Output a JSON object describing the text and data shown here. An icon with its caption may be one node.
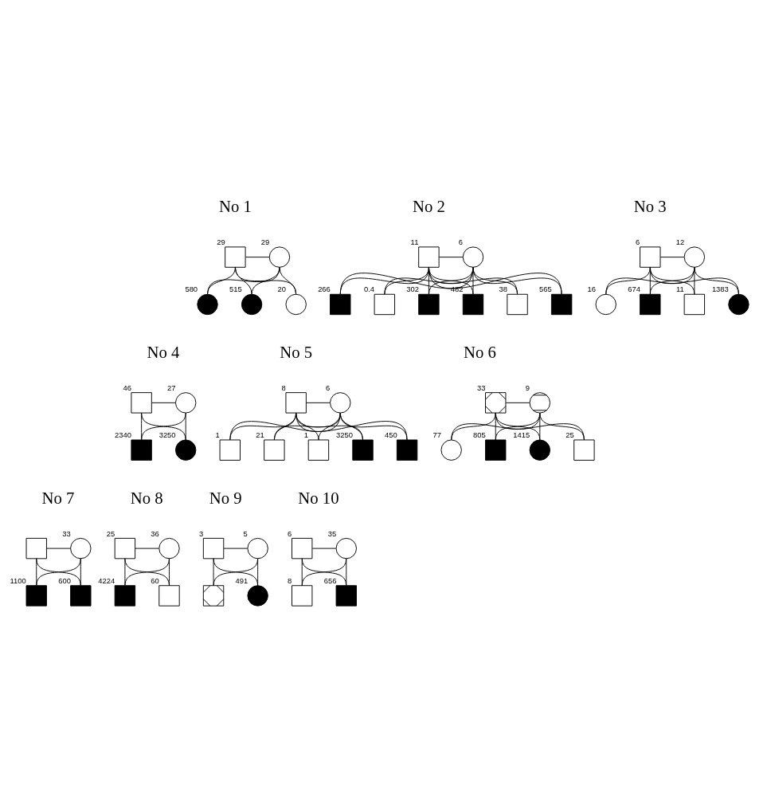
{
  "diagram": {
    "nodes": [
      {
        "text": [],
        "shape": "box",
        "beside": [
          "29"
        ]
      },
      {
        "text": [],
        "shape": "circle",
        "beside": [
          "29"
        ]
      },
      {
        "text": [],
        "shape": "filled-circle",
        "beside": [
          "580"
        ]
      },
      {
        "text": [],
        "shape": "filled-circle",
        "beside": [
          "515"
        ]
      },
      {
        "text": [],
        "shape": "circle",
        "beside": [
          "20"
        ]
      },
      {
        "text": [],
        "shape": "box",
        "beside": [
          "11"
        ]
      },
      {
        "text": [],
        "shape": "circle",
        "beside": [
          "6"
        ]
      },
      {
        "text": [],
        "shape": "filled-box",
        "beside": [
          "266"
        ]
      },
      {
        "text": [],
        "shape": "box",
        "beside": [
          "0.4"
        ]
      },
      {
        "text": [],
        "shape": "filled-box",
        "beside": [
          "302"
        ]
      },
      {
        "text": [],
        "shape": "filled-box",
        "beside": [
          "482"
        ]
      },
      {
        "text": [],
        "shape": "box",
        "beside": [
          "38"
        ]
      },
      {
        "text": [],
        "shape": "filled-box",
        "beside": [
          "565"
        ]
      },
      {
        "text": [],
        "shape": "box",
        "beside": [
          "6"
        ]
      },
      {
        "text": [],
        "shape": "circle",
        "beside": [
          "12"
        ]
      },
      {
        "text": [],
        "shape": "box",
        "beside": [
          "11"
        ]
      },
      {
        "text": [],
        "shape": "filled-circle",
        "beside": [
          "1383"
        ]
      },
      {
        "text": [],
        "shape": "circle",
        "beside": [
          "16"
        ]
      },
      {
        "text": [],
        "shape": "filled-box",
        "beside": [
          "674"
        ]
      },
      {
        "text": [],
        "shape": "box",
        "beside": [
          "46"
        ]
      },
      {
        "text": [],
        "shape": "circle",
        "beside": [
          "27"
        ]
      },
      {
        "text": [],
        "shape": "filled-box",
        "beside": [
          "2340"
        ]
      },
      {
        "text": [],
        "shape": "filled-circle",
        "beside": [
          "3250"
        ]
      },
      {
        "text": [],
        "shape": "box",
        "beside": [
          "8"
        ]
      },
      {
        "text": [],
        "shape": "circle",
        "beside": [
          "6"
        ]
      },
      {
        "text": [],
        "shape": "filled-box",
        "beside": [
          "450"
        ]
      },
      {
        "text": [],
        "shape": "box",
        "beside": [
          "1"
        ]
      },
      {
        "text": [],
        "shape": "box",
        "beside": [
          "21"
        ]
      },
      {
        "text": [],
        "shape": "box",
        "beside": [
          "1"
        ]
      },
      {
        "text": [],
        "shape": "filled-box",
        "beside": [
          "3250"
        ]
      },
      {
        "text": [],
        "shape": "crossed-box",
        "beside": [
          "33"
        ]
      },
      {
        "text": [],
        "shape": "crossed-circle",
        "beside": [
          "9"
        ]
      },
      {
        "text": [],
        "shape": "crossed-filled-circle",
        "beside": [
          "1415"
        ]
      },
      {
        "text": [],
        "shape": "box",
        "beside": [
          "25"
        ]
      },
      {
        "text": [],
        "shape": "circle",
        "beside": [
          "77"
        ]
      },
      {
        "text": [],
        "shape": "filled-box",
        "beside": [
          "805"
        ]
      },
      {
        "text": [],
        "shape": "box"
      },
      {
        "text": [],
        "shape": "circle",
        "beside": [
          "33"
        ]
      },
      {
        "text": [],
        "shape": "filled-box",
        "beside": [
          "1100"
        ]
      },
      {
        "text": [],
        "shape": "filled-box",
        "beside": [
          "600"
        ]
      },
      {
        "text": [],
        "shape": "box",
        "beside": [
          "25"
        ]
      },
      {
        "text": [],
        "shape": "circle",
        "beside": [
          "36"
        ]
      },
      {
        "text": [],
        "shape": "filled-box",
        "beside": [
          "4224"
        ]
      },
      {
        "text": [],
        "shape": "box",
        "beside": [
          "60"
        ]
      },
      {
        "text": [],
        "shape": "box",
        "beside": [
          "3"
        ]
      },
      {
        "text": [],
        "shape": "circle",
        "beside": [
          "5"
        ]
      },
      {
        "text": [],
        "shape": "crossed-box"
      },
      {
        "text": [],
        "shape": "filled-circle",
        "beside": [
          "491"
        ]
      },
      {
        "text": [],
        "shape": "box",
        "beside": [
          "6"
        ]
      },
      {
        "text": [],
        "shape": "circle",
        "beside": [
          "35"
        ]
      },
      {
        "text": [],
        "shape": "box",
        "beside": [
          "8"
        ]
      },
      {
        "text": [],
        "shape": "filled-box",
        "beside": [
          "656"
        ]
      }
    ],
    "edges": [
      {
        "from": 0,
        "to": 1,
        "arrow": "none"
      },
      {
        "from": 0,
        "to": 2,
        "arrow": "none"
      },
      {
        "from": 1,
        "to": 2,
        "arrow": "none"
      },
      {
        "from": 0,
        "to": 3,
        "arrow": "none"
      },
      {
        "from": 1,
        "to": 3,
        "arrow": "none"
      },
      {
        "from": 0,
        "to": 4,
        "arrow": "none"
      },
      {
        "from": 1,
        "to": 4,
        "arrow": "none"
      },
      {
        "from": 5,
        "to": 6,
        "arrow": "none"
      },
      {
        "from": 5,
        "to": 7,
        "arrow": "none"
      },
      {
        "from": 6,
        "to": 7,
        "arrow": "none"
      },
      {
        "from": 5,
        "to": 8,
        "arrow": "none"
      },
      {
        "from": 6,
        "to": 8,
        "arrow": "none"
      },
      {
        "from": 5,
        "to": 9,
        "arrow": "none"
      },
      {
        "from": 6,
        "to": 9,
        "arrow": "none"
      },
      {
        "from": 5,
        "to": 10,
        "arrow": "none"
      },
      {
        "from": 6,
        "to": 10,
        "arrow": "none"
      },
      {
        "from": 5,
        "to": 11,
        "arrow": "none"
      },
      {
        "from": 6,
        "to": 11,
        "arrow": "none"
      },
      {
        "from": 5,
        "to": 12,
        "arrow": "none"
      },
      {
        "from": 6,
        "to": 12,
        "arrow": "none"
      },
      {
        "from": 13,
        "to": 14,
        "arrow": "none"
      },
      {
        "from": 13,
        "to": 15,
        "arrow": "none"
      },
      {
        "from": 14,
        "to": 15,
        "arrow": "none"
      },
      {
        "from": 13,
        "to": 16,
        "arrow": "none"
      },
      {
        "from": 14,
        "to": 16,
        "arrow": "none"
      },
      {
        "from": 13,
        "to": 17,
        "arrow": "none"
      },
      {
        "from": 14,
        "to": 17,
        "arrow": "none"
      },
      {
        "from": 13,
        "to": 18,
        "arrow": "none"
      },
      {
        "from": 14,
        "to": 18,
        "arrow": "none"
      },
      {
        "from": 19,
        "to": 20,
        "arrow": "none"
      },
      {
        "from": 19,
        "to": 21,
        "arrow": "none"
      },
      {
        "from": 20,
        "to": 21,
        "arrow": "none"
      },
      {
        "from": 19,
        "to": 22,
        "arrow": "none"
      },
      {
        "from": 20,
        "to": 22,
        "arrow": "none"
      },
      {
        "from": 23,
        "to": 24,
        "arrow": "none"
      },
      {
        "from": 23,
        "to": 25,
        "arrow": "none"
      },
      {
        "from": 24,
        "to": 25,
        "arrow": "none"
      },
      {
        "from": 23,
        "to": 26,
        "arrow": "none"
      },
      {
        "from": 24,
        "to": 26,
        "arrow": "none"
      },
      {
        "from": 23,
        "to": 27,
        "arrow": "none"
      },
      {
        "from": 24,
        "to": 27,
        "arrow": "none"
      },
      {
        "from": 23,
        "to": 28,
        "arrow": "none"
      },
      {
        "from": 24,
        "to": 28,
        "arrow": "none"
      },
      {
        "from": 23,
        "to": 29,
        "arrow": "none"
      },
      {
        "from": 24,
        "to": 29,
        "arrow": "none"
      },
      {
        "from": 30,
        "to": 31,
        "arrow": "none"
      },
      {
        "from": 30,
        "to": 32,
        "arrow": "none"
      },
      {
        "from": 31,
        "to": 32,
        "arrow": "none"
      },
      {
        "from": 30,
        "to": 33,
        "arrow": "none"
      },
      {
        "from": 31,
        "to": 33,
        "arrow": "none"
      },
      {
        "from": 30,
        "to": 34,
        "arrow": "none"
      },
      {
        "from": 31,
        "to": 34,
        "arrow": "none"
      },
      {
        "from": 30,
        "to": 35,
        "arrow": "none"
      },
      {
        "from": 31,
        "to": 35,
        "arrow": "none"
      },
      {
        "from": 36,
        "to": 37,
        "arrow": "none"
      },
      {
        "from": 36,
        "to": 38,
        "arrow": "none"
      },
      {
        "from": 37,
        "to": 38,
        "arrow": "none"
      },
      {
        "from": 36,
        "to": 39,
        "arrow": "none"
      },
      {
        "from": 37,
        "to": 39,
        "arrow": "none"
      },
      {
        "from": 40,
        "to": 41,
        "arrow": "none"
      },
      {
        "from": 40,
        "to": 42,
        "arrow": "none"
      },
      {
        "from": 41,
        "to": 42,
        "arrow": "none"
      },
      {
        "from": 40,
        "to": 43,
        "arrow": "none"
      },
      {
        "from": 41,
        "to": 43,
        "arrow": "none"
      },
      {
        "from": 44,
        "to": 45,
        "arrow": "none"
      },
      {
        "from": 44,
        "to": 46,
        "arrow": "none"
      },
      {
        "from": 45,
        "to": 46,
        "arrow": "none"
      },
      {
        "from": 44,
        "to": 47,
        "arrow": "none"
      },
      {
        "from": 45,
        "to": 47,
        "arrow": "none"
      },
      {
        "from": 48,
        "to": 49,
        "arrow": "none"
      },
      {
        "from": 48,
        "to": 50,
        "arrow": "none"
      },
      {
        "from": 49,
        "to": 50,
        "arrow": "none"
      },
      {
        "from": 48,
        "to": 51,
        "arrow": "none"
      },
      {
        "from": 49,
        "to": 51,
        "arrow": "none"
      }
    ],
    "labels": [
      "No 1",
      "No 2",
      "No 3",
      "No 4",
      "No 5",
      "No 6",
      "No 7",
      "No 8",
      "No 9",
      "No 10"
    ]
  }
}
